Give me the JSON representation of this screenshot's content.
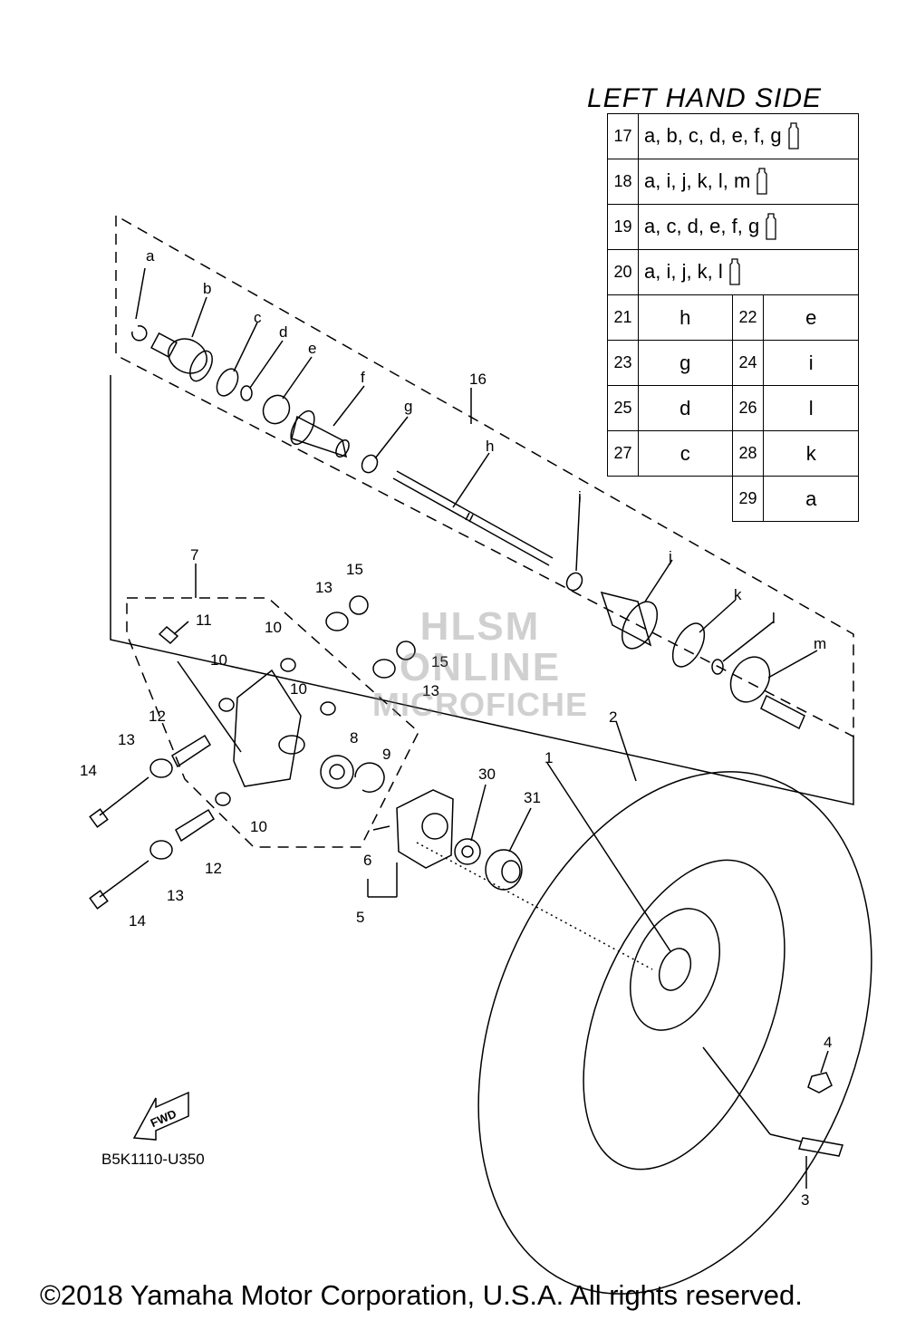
{
  "side_title": "LEFT HAND SIDE",
  "kit_rows": [
    {
      "num": "17",
      "codes": "a, b, c, d, e, f, g"
    },
    {
      "num": "18",
      "codes": "a, i, j, k, l, m"
    },
    {
      "num": "19",
      "codes": "a, c, d, e, f, g"
    },
    {
      "num": "20",
      "codes": "a, i, j, k, l"
    }
  ],
  "pair_rows": [
    {
      "num1": "21",
      "code1": "h",
      "num2": "22",
      "code2": "e"
    },
    {
      "num1": "23",
      "code1": "g",
      "num2": "24",
      "code2": "i"
    },
    {
      "num1": "25",
      "code1": "d",
      "num2": "26",
      "code2": "l"
    },
    {
      "num1": "27",
      "code1": "c",
      "num2": "28",
      "code2": "k"
    }
  ],
  "single_row": {
    "num": "29",
    "code": "a"
  },
  "callouts": {
    "c1": "1",
    "c2": "2",
    "c3": "3",
    "c4": "4",
    "c5": "5",
    "c6": "6",
    "c7": "7",
    "c8": "8",
    "c9": "9",
    "c10a": "10",
    "c10b": "10",
    "c10c": "10",
    "c10d": "10",
    "c11": "11",
    "c12a": "12",
    "c12b": "12",
    "c13a": "13",
    "c13b": "13",
    "c13c": "13",
    "c13d": "13",
    "c14a": "14",
    "c14b": "14",
    "c15a": "15",
    "c15b": "15",
    "c16": "16",
    "c30": "30",
    "c31": "31"
  },
  "letters": {
    "a": "a",
    "b": "b",
    "c": "c",
    "d": "d",
    "e": "e",
    "f": "f",
    "g": "g",
    "h": "h",
    "i": "i",
    "j": "j",
    "k": "k",
    "l": "l",
    "m": "m"
  },
  "fwd_label": "FWD",
  "watermark": {
    "line1": "HLSM",
    "line2": "ONLINE",
    "line3": "MICROFICHE"
  },
  "drawing_code": "B5K1110-U350",
  "copyright": "©2018 Yamaha Motor Corporation, U.S.A. All rights reserved."
}
